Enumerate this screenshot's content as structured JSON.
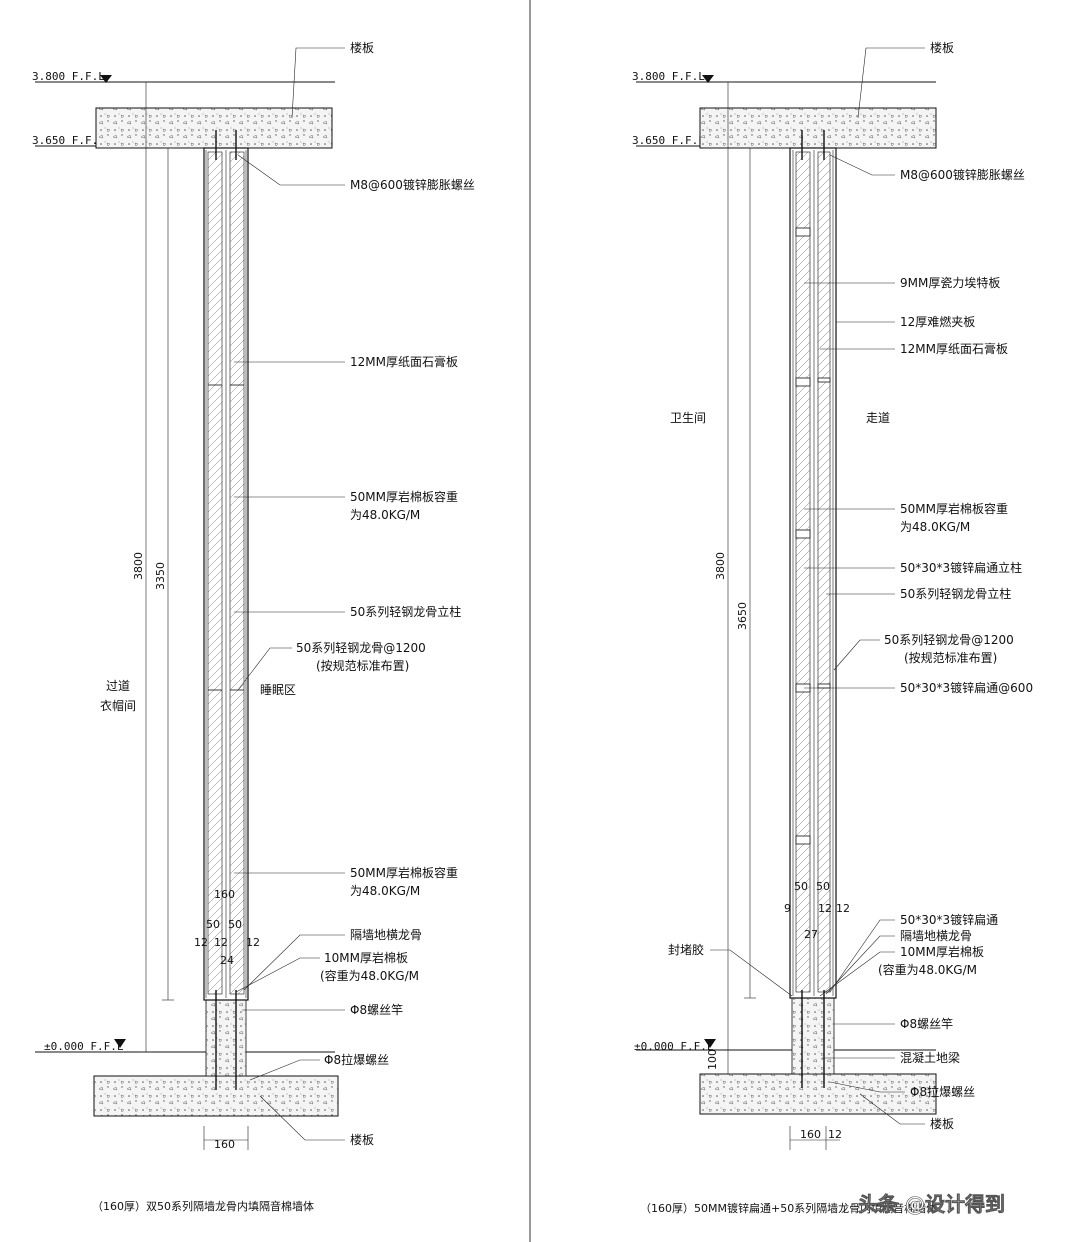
{
  "left": {
    "level_top": "3.800 F.F.L",
    "level_slab": "3.650 F.F.L",
    "level_floor": "±0.000 F.F.L",
    "dim_total": "3800",
    "dim_wall": "3350",
    "dim_width_bottom": "160",
    "dim_width_mid": "160",
    "dim_50a": "50",
    "dim_50b": "50",
    "dim_12a": "12",
    "dim_12b": "12",
    "dim_12c": "12",
    "dim_24": "24",
    "room_left_1": "过道",
    "room_left_2": "衣帽间",
    "room_right": "睡眠区",
    "labels": [
      "楼板",
      "M8@600镀锌膨胀螺丝",
      "12MM厚纸面石膏板",
      "50MM厚岩棉板容重",
      "为48.0KG/M",
      "50系列轻钢龙骨立柱",
      "50系列轻钢龙骨@1200",
      "(按规范标准布置)",
      "50MM厚岩棉板容重",
      "为48.0KG/M",
      "隔墙地横龙骨",
      "10MM厚岩棉板",
      "(容重为48.0KG/M",
      "Φ8螺丝竿",
      "Φ8拉爆螺丝",
      "楼板"
    ],
    "caption": "（160厚）双50系列隔墙龙骨内填隔音棉墙体"
  },
  "right": {
    "level_top": "3.800 F.F.L",
    "level_slab": "3.650 F.F.L",
    "level_floor": "±0.000 F.F.L",
    "dim_total": "3800",
    "dim_wall": "3650",
    "dim_100": "100",
    "dim_width_bottom": "160",
    "dim_12_bottom": "12",
    "dim_50a": "50",
    "dim_50b": "50",
    "dim_9": "9",
    "dim_12a": "12",
    "dim_12b": "12",
    "dim_27": "27",
    "room_left": "卫生间",
    "room_right": "走道",
    "sealant": "封堵胶",
    "labels": [
      "楼板",
      "M8@600镀锌膨胀螺丝",
      "9MM厚瓷力埃特板",
      "12厚难燃夹板",
      "12MM厚纸面石膏板",
      "50MM厚岩棉板容重",
      "为48.0KG/M",
      "50*30*3镀锌扁通立柱",
      "50系列轻钢龙骨立柱",
      "50系列轻钢龙骨@1200",
      "(按规范标准布置)",
      "50*30*3镀锌扁通@600",
      "50*30*3镀锌扁通",
      "隔墙地横龙骨",
      "10MM厚岩棉板",
      "(容重为48.0KG/M",
      "Φ8螺丝竿",
      "混凝土地梁",
      "Φ8拉爆螺丝",
      "楼板"
    ],
    "caption": "（160厚）50MM镀锌扁通+50系列隔墙龙骨内填隔音棉墙体"
  },
  "watermark": "头条 @设计得到"
}
